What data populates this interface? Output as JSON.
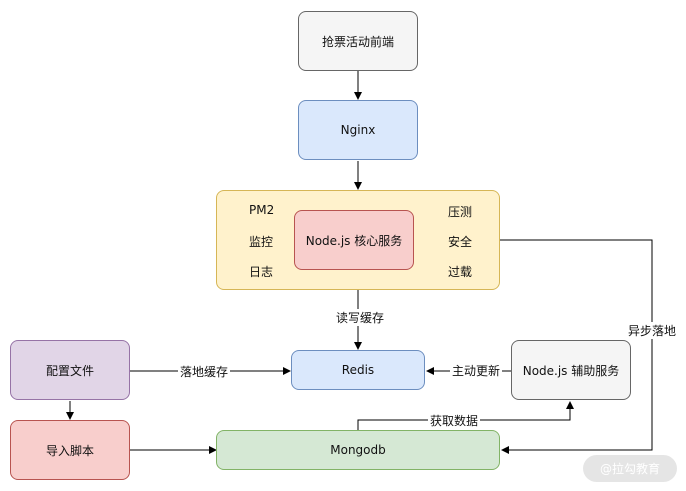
{
  "nodes": {
    "event": "抢票活动前端",
    "nginx": "Nginx",
    "core": "Node.js 核心服务",
    "redis": "Redis",
    "aux": "Node.js 辅助服务",
    "config": "配置文件",
    "import": "导入脚本",
    "mongodb": "Mongodb"
  },
  "core_group": {
    "left": [
      "PM2",
      "监控",
      "日志"
    ],
    "right": [
      "压测",
      "安全",
      "过载"
    ]
  },
  "edges": {
    "read_write_cache": "读写缓存",
    "landing_cache": "落地缓存",
    "active_update": "主动更新",
    "fetch_data": "获取数据",
    "async_landing": "异步落地"
  },
  "watermark": "@拉勾教育",
  "colors": {
    "gray_fill": "#f5f5f5",
    "blue_fill": "#dae8fc",
    "yellow_fill": "#fff2cc",
    "red_fill": "#f8cecc",
    "purple_fill": "#e1d5e7",
    "green_fill": "#d5e8d4"
  }
}
